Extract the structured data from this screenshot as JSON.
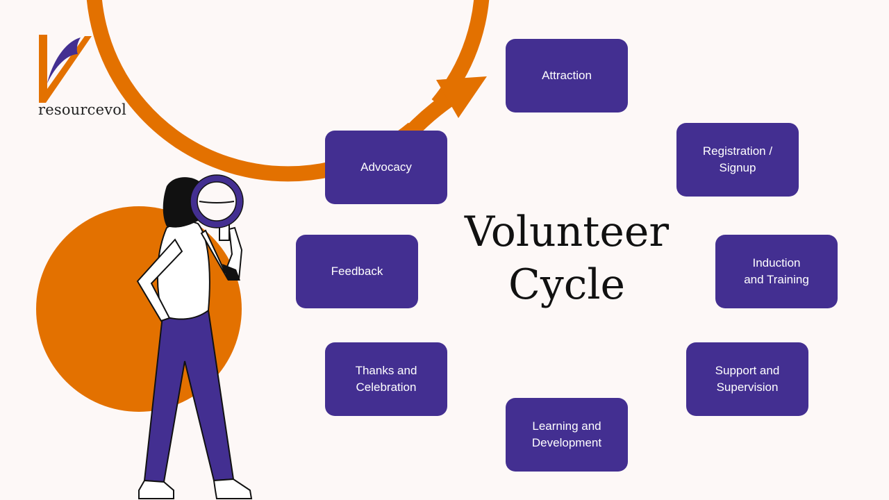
{
  "brand": {
    "name": "resourcevol",
    "colors": {
      "orange": "#e37100",
      "purple": "#432f91",
      "background": "#fdf8f7"
    }
  },
  "diagram": {
    "title": "Volunteer\nCycle",
    "type": "cycle",
    "direction": "clockwise",
    "steps": [
      {
        "label": "Attraction"
      },
      {
        "label": "Registration /\nSignup"
      },
      {
        "label": "Induction\nand Training"
      },
      {
        "label": "Support and\nSupervision"
      },
      {
        "label": "Learning and\nDevelopment"
      },
      {
        "label": "Thanks and\nCelebration"
      },
      {
        "label": "Feedback"
      },
      {
        "label": "Advocacy"
      }
    ]
  },
  "illustration": {
    "subject": "woman-with-magnifying-glass"
  }
}
